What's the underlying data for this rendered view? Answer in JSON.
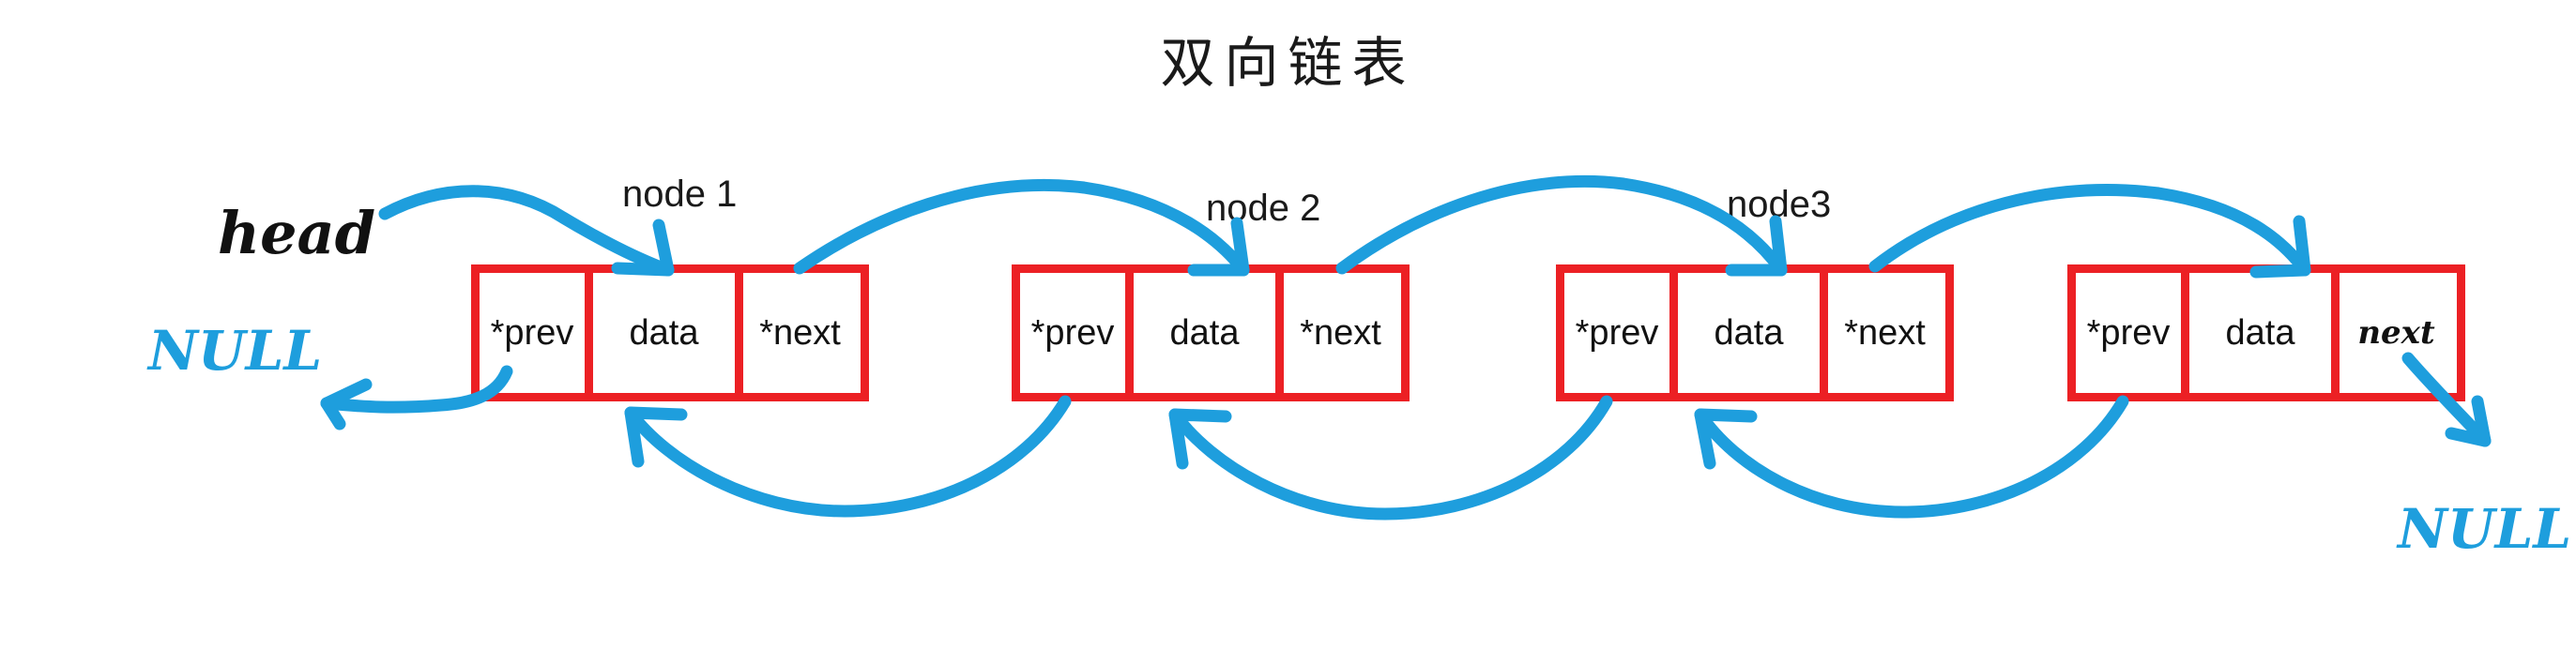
{
  "page": {
    "title": "双向链表",
    "background_color": "#ffffff"
  },
  "colors": {
    "box_border": "#ec2024",
    "arrow": "#1e9edd",
    "text": "#111111",
    "title": "#1a1a1a"
  },
  "diagram": {
    "type": "doubly-linked-list",
    "pointer_label_head": "head",
    "null_left": "NULL",
    "null_right": "NULL",
    "nodes": [
      {
        "label": "node 1",
        "cells": [
          {
            "text": "*prev",
            "style": "print"
          },
          {
            "text": "data",
            "style": "print"
          },
          {
            "text": "*next",
            "style": "print"
          }
        ]
      },
      {
        "label": "node 2",
        "cells": [
          {
            "text": "*prev",
            "style": "print"
          },
          {
            "text": "data",
            "style": "print"
          },
          {
            "text": "*next",
            "style": "print"
          }
        ]
      },
      {
        "label": "node3",
        "cells": [
          {
            "text": "*prev",
            "style": "print"
          },
          {
            "text": "data",
            "style": "print"
          },
          {
            "text": "*next",
            "style": "print"
          }
        ]
      },
      {
        "label": "",
        "cells": [
          {
            "text": "*prev",
            "style": "print"
          },
          {
            "text": "data",
            "style": "print"
          },
          {
            "text": "next",
            "style": "hand"
          }
        ]
      }
    ]
  }
}
